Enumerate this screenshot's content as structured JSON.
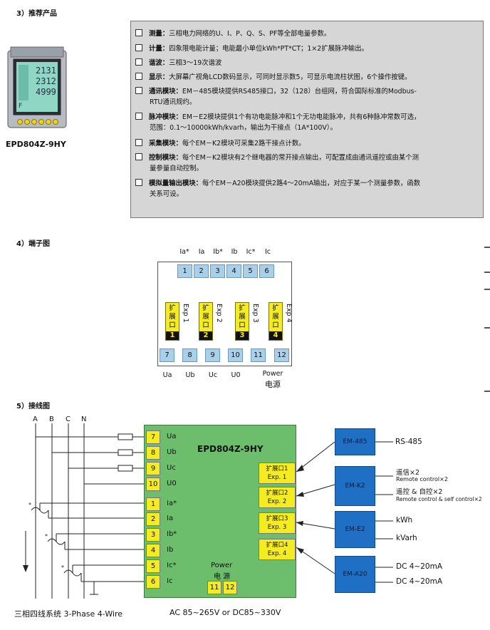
{
  "sections": {
    "products": "3）推荐产品",
    "terminal": "4）端子图",
    "wiring": "5）接线图"
  },
  "product": {
    "model": "EPD804Z-9HY",
    "features": [
      {
        "head": "测量：",
        "text": "三相电力网络的U、I、P、Q、S、PF等全部电量参数。"
      },
      {
        "head": "计量：",
        "text": "四象限电能计量；电能最小单位kWh*PT*CT；1×2扩展脉冲输出。"
      },
      {
        "head": "谐波：",
        "text": "三相3～19次谐波"
      },
      {
        "head": "显示：",
        "text": "大屏幕广视角LCD数码显示，可同时显示数5，可显示电流柱状图，6个操作按键。"
      },
      {
        "head": "通讯模块：",
        "text": "EM－485模块提供RS485接口，32（128）台组网，符合国际标准的Modbus-",
        "cont": "RTU通讯规约。"
      },
      {
        "head": "脉冲模块：",
        "text": "EM－E2模块提供1个有功电能脉冲和1个无功电能脉冲，共有6种脉冲常数可选，",
        "cont": "范围：0.1～10000kWh/kvarh，输出为干接点（1A*100V）。"
      },
      {
        "head": "采集模块：",
        "text": "每个EM－K2模块可采集2路干接点计数。"
      },
      {
        "head": "控制模块：",
        "text": "每个EM－K2模块有2个继电器的常开接点输出，可配置成由通讯遥控或由某个测",
        "cont": "量参量自动控制。"
      },
      {
        "head": "模拟量输出模块：",
        "text": "每个EM－A20模块提供2路4～20mA输出，对应于某一个测量参数，函数",
        "cont": "关系可设。"
      }
    ]
  },
  "terminal": {
    "top_labels": [
      "Ia*",
      "Ia",
      "Ib*",
      "Ib",
      "Ic*",
      "Ic"
    ],
    "top_numbers": [
      "1",
      "2",
      "3",
      "4",
      "5",
      "6"
    ],
    "bottom_numbers": [
      "7",
      "8",
      "9",
      "10",
      "11",
      "12"
    ],
    "bottom_labels": [
      "Ua",
      "Ub",
      "Uc",
      "U0"
    ],
    "power_en": "Power",
    "power_cn": "电源",
    "exp_cn": "扩展口",
    "exp_labels": [
      "Exp 1",
      "Exp 2",
      "Exp 3",
      "Exp 4"
    ],
    "exp_numbers": [
      "1",
      "2",
      "3",
      "4"
    ]
  },
  "wiring": {
    "phases": [
      "A",
      "B",
      "C",
      "N"
    ],
    "model": "EPD804Z-9HY",
    "voltage_terms": [
      {
        "n": "7",
        "l": "Ua"
      },
      {
        "n": "8",
        "l": "Ub"
      },
      {
        "n": "9",
        "l": "Uc"
      },
      {
        "n": "10",
        "l": "U0"
      }
    ],
    "current_terms": [
      {
        "n": "1",
        "l": "Ia*"
      },
      {
        "n": "2",
        "l": "Ia"
      },
      {
        "n": "3",
        "l": "Ib*"
      },
      {
        "n": "4",
        "l": "Ib"
      },
      {
        "n": "5",
        "l": "Ic*"
      },
      {
        "n": "6",
        "l": "Ic"
      }
    ],
    "exp_ports": [
      {
        "cn": "扩展口1",
        "en": "Exp. 1"
      },
      {
        "cn": "扩展口2",
        "en": "Exp. 2"
      },
      {
        "cn": "扩展口3",
        "en": "Exp. 3"
      },
      {
        "cn": "扩展口4",
        "en": "Exp. 4"
      }
    ],
    "power_en": "Power",
    "power_cn": "电 源",
    "power_terms": [
      "11",
      "12"
    ],
    "supply": "AC 85~265V or DC85~330V",
    "system_label": "三相四线系统  3-Phase 4-Wire",
    "modules": [
      {
        "name": "EM-485",
        "outputs": [
          "RS-485"
        ]
      },
      {
        "name": "EM-K2",
        "outputs": [
          "遥信×2",
          "Remote control×2",
          "遥控 & 自控×2",
          "Remote control & self control×2"
        ]
      },
      {
        "name": "EM-E2",
        "outputs": [
          "kWh",
          "kVarh"
        ]
      },
      {
        "name": "EM-A20",
        "outputs": [
          "DC 4~20mA",
          "DC 4~20mA"
        ]
      }
    ]
  },
  "colors": {
    "module_blue": "#1f6fc4",
    "terminal_yellow": "#f4ec20",
    "meter_green": "#6dbe6c",
    "terminal_blue": "#a9d0ea"
  }
}
